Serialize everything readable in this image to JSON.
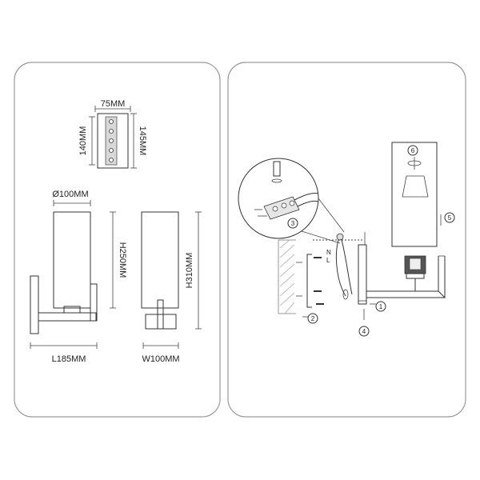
{
  "colors": {
    "panel_border": "#9a9a9a",
    "line": "#333333",
    "text": "#222222",
    "hatch": "#bbbbbb"
  },
  "dimensions": {
    "plate_width": "75MM",
    "plate_height_inner": "140MM",
    "plate_height_outer": "145MM",
    "shade_diameter": "Ø100MM",
    "shade_height": "H250MM",
    "total_height": "H310MM",
    "length": "L185MM",
    "width": "W100MM"
  },
  "steps": [
    "1",
    "2",
    "3",
    "4",
    "5",
    "6"
  ]
}
